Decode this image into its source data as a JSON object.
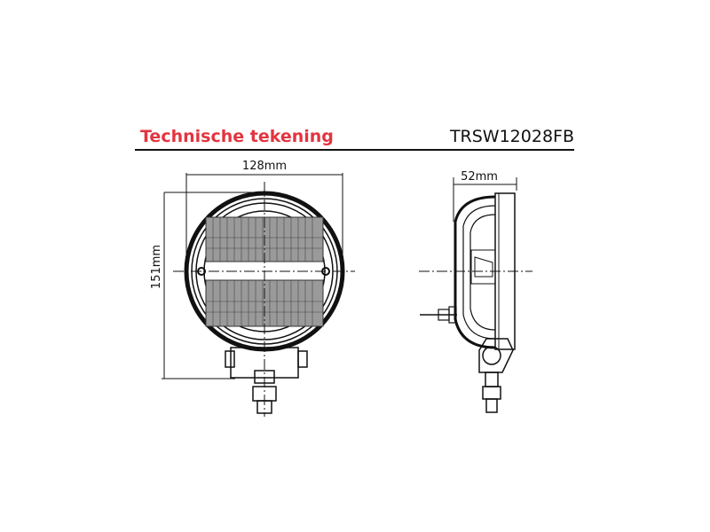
{
  "header": {
    "title": "Technische tekening",
    "product_code": "TRSW12028FB",
    "title_color": "#e3343f"
  },
  "front_view": {
    "width_label": "128mm",
    "height_label": "151mm"
  },
  "side_view": {
    "depth_label": "52mm"
  }
}
